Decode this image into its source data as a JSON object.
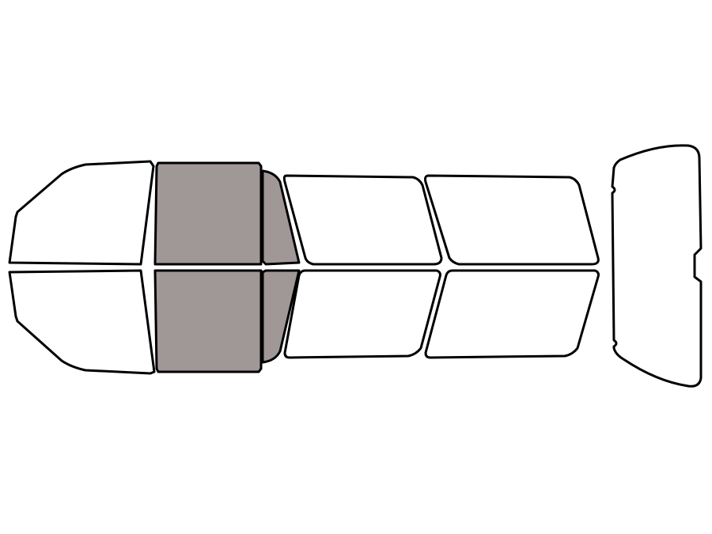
{
  "colors": {
    "background": "#ffffff",
    "outline": "#000000",
    "unselected_fill": "#ffffff",
    "selected_fill": "#a09897"
  },
  "windows": [
    {
      "name": "windshield-top-half",
      "selected": false
    },
    {
      "name": "windshield-bottom-half",
      "selected": false
    },
    {
      "name": "front-door-window-top",
      "selected": true
    },
    {
      "name": "front-door-window-bottom",
      "selected": true
    },
    {
      "name": "front-vent-window-top",
      "selected": true
    },
    {
      "name": "front-vent-window-bottom",
      "selected": true
    },
    {
      "name": "rear-door-window-top",
      "selected": false
    },
    {
      "name": "rear-door-window-bottom",
      "selected": false
    },
    {
      "name": "quarter-window-top",
      "selected": false
    },
    {
      "name": "quarter-window-bottom",
      "selected": false
    },
    {
      "name": "back-window",
      "selected": false
    }
  ]
}
